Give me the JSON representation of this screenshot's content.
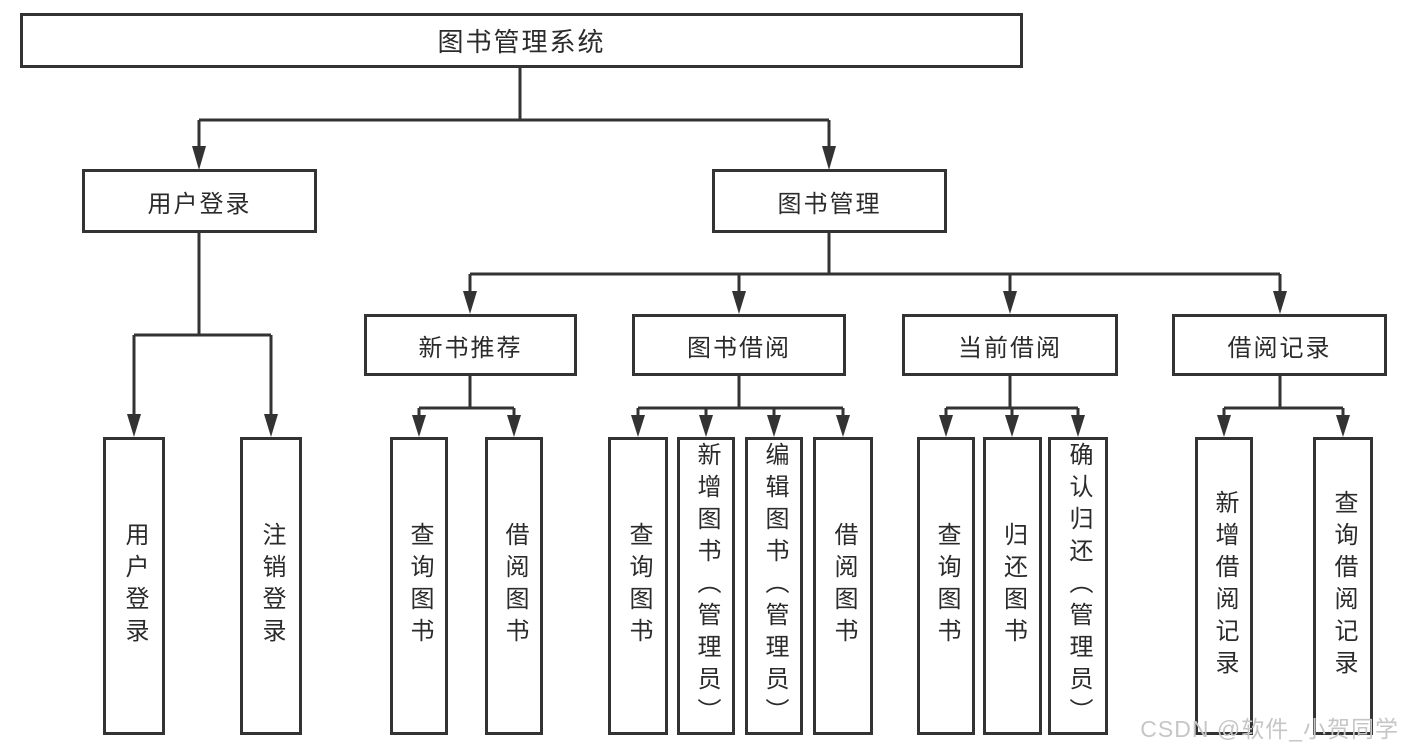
{
  "tree": {
    "root": {
      "label": "图书管理系统",
      "children": [
        {
          "label": "用户登录",
          "children": [
            {
              "label": "用户登录"
            },
            {
              "label": "注销登录"
            }
          ]
        },
        {
          "label": "图书管理",
          "children": [
            {
              "label": "新书推荐",
              "children": [
                {
                  "label": "查询图书"
                },
                {
                  "label": "借阅图书"
                }
              ]
            },
            {
              "label": "图书借阅",
              "children": [
                {
                  "label": "查询图书"
                },
                {
                  "label": "新增图书（管理员）"
                },
                {
                  "label": "编辑图书（管理员）"
                },
                {
                  "label": "借阅图书"
                }
              ]
            },
            {
              "label": "当前借阅",
              "children": [
                {
                  "label": "查询图书"
                },
                {
                  "label": "归还图书"
                },
                {
                  "label": "确认归还（管理员）"
                }
              ]
            },
            {
              "label": "借阅记录",
              "children": [
                {
                  "label": "新增借阅记录"
                },
                {
                  "label": "查询借阅记录"
                }
              ]
            }
          ]
        }
      ]
    }
  },
  "watermark": {
    "text": "CSDN @软件_小贺同学"
  },
  "colors": {
    "line": "#333333",
    "box_border": "#333333",
    "text": "#2b2b2b",
    "watermark": "#c6c6c6",
    "background": "#ffffff"
  }
}
